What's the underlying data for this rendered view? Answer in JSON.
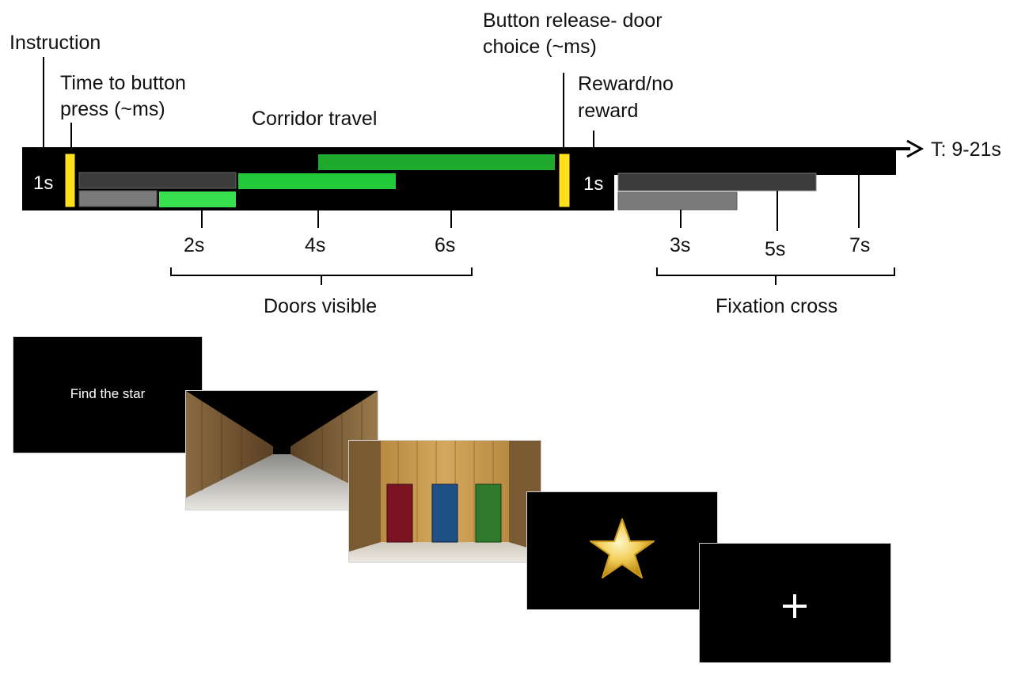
{
  "timeline": {
    "labels": {
      "instruction": "Instruction",
      "button_press_1": "Time to button",
      "button_press_2": "press (~ms)",
      "corridor_travel": "Corridor travel",
      "button_release_1": "Button release- door",
      "button_release_2": "choice (~ms)",
      "reward_1": "Reward/no",
      "reward_2": "reward",
      "axis": "T: 9-21s",
      "instruction_duration": "1s",
      "reward_duration": "1s",
      "doors_visible": "Doors visible",
      "fixation_cross": "Fixation cross"
    },
    "door_ticks": [
      "2s",
      "4s",
      "6s"
    ],
    "fixation_ticks": [
      "3s",
      "5s",
      "7s"
    ],
    "colors": {
      "block": "#000000",
      "press_marker": "#ffe01a",
      "dark_gray": "#3c3c3c",
      "light_gray": "#7a7a7a",
      "green_light": "#37e04e",
      "green_mid": "#22c93a",
      "green_dark": "#1faa2e"
    }
  },
  "screens": {
    "instruction": {
      "text": "Find the star"
    },
    "corridor": {
      "icon": "corridor-image"
    },
    "doors": {
      "icon": "three-doors-image",
      "door_colors": [
        "#7a1420",
        "#1e4f85",
        "#2f7a2c"
      ]
    },
    "reward": {
      "icon": "gold-star-icon"
    },
    "fixation": {
      "icon": "plus-icon"
    }
  }
}
